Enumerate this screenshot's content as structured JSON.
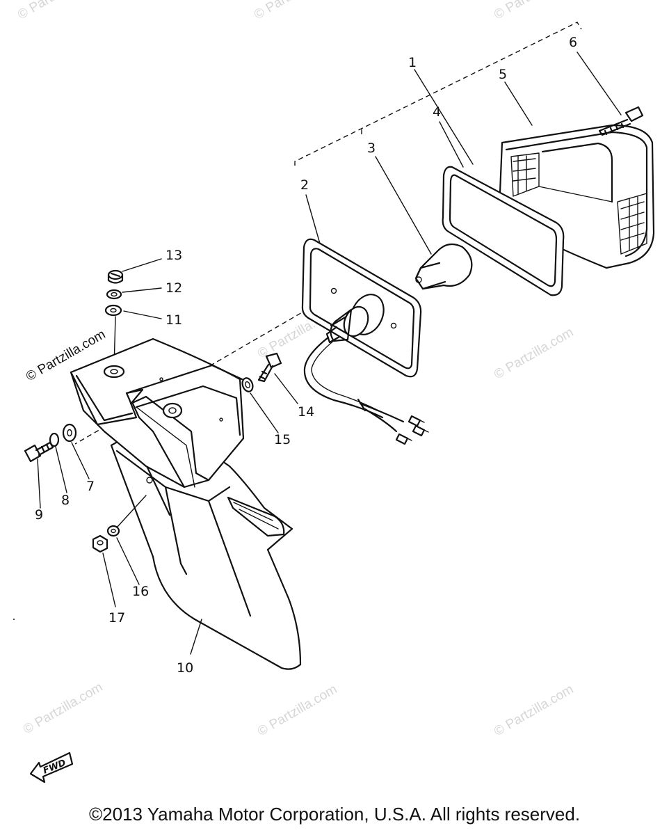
{
  "diagram": {
    "callouts": {
      "c1": "1",
      "c2": "2",
      "c3": "3",
      "c4": "4",
      "c5": "5",
      "c6": "6",
      "c7": "7",
      "c8": "8",
      "c9": "9",
      "c10": "10",
      "c11": "11",
      "c12": "12",
      "c13": "13",
      "c14": "14",
      "c15": "15",
      "c16": "16",
      "c17": "17"
    },
    "fwd_label": "FWD"
  },
  "watermarks": {
    "text": "© Partzilla.com",
    "main_text": "© Partzilla.com"
  },
  "footer": {
    "copyright": "©2013 Yamaha Motor Corporation, U.S.A. All rights reserved."
  },
  "colors": {
    "ink": "#111111",
    "watermark": "#d6d6d6",
    "background": "#ffffff"
  }
}
